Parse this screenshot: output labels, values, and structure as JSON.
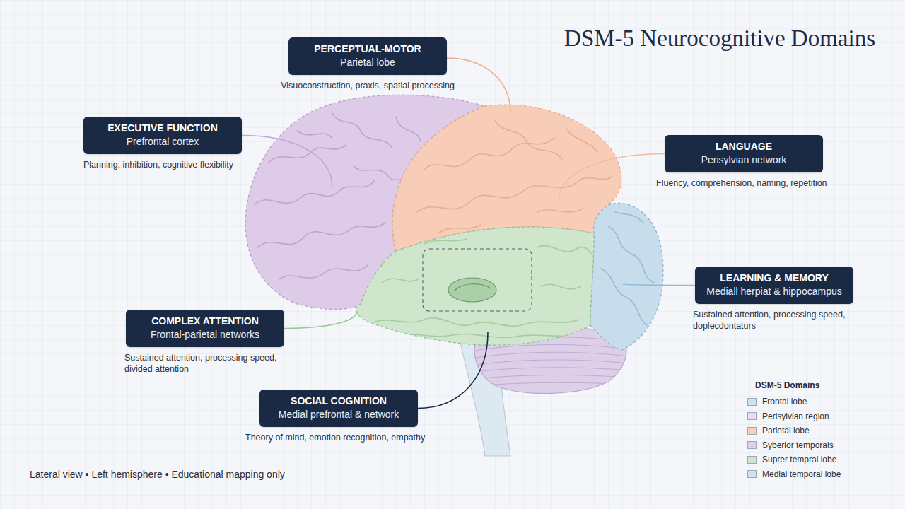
{
  "diagram": {
    "title": "DSM-5 Neurocognitive Domains",
    "caption": "Lateral view • Left hemisphere • Educational mapping only",
    "nodes": [
      {
        "text": [
          "PERCEPTUAL-MOTOR",
          "Parietal lobe",
          "Visuoconstruction, praxis, spatial processing"
        ]
      },
      {
        "text": [
          "EXECUTIVE FUNCTION",
          "Prefrontal cortex",
          "Planning, inhibition, cognitive flexibility"
        ]
      },
      {
        "text": [
          "LANGUAGE",
          "Perisylvian network",
          "Fluency, comprehension, naming, repetition"
        ]
      },
      {
        "text": [
          "LEARNING & MEMORY",
          "Mediall herpiat & hippocampus",
          "Sustained attention, processing speed, doplecdontaturs"
        ]
      },
      {
        "text": [
          "COMPLEX ATTENTION",
          "Frontal-parietal networks",
          "Sustained attention, processing speed, divided attention"
        ]
      },
      {
        "text": [
          "SOCIAL COGNITION",
          "Medial prefrontal & network",
          "Theory of mind, emotion recognition, empathy"
        ]
      }
    ],
    "labels": [
      "DSM-5 Domains"
    ],
    "legend": [
      {
        "text": "Frontal lobe",
        "color": "#cfe2ef"
      },
      {
        "text": "Perisylvian region",
        "color": "#eadbee"
      },
      {
        "text": "Parietal lobe",
        "color": "#f7cfba"
      },
      {
        "text": "Syberior temporals",
        "color": "#ddd0e9"
      },
      {
        "text": "Suprer tempral lobe",
        "color": "#cfe7cd"
      },
      {
        "text": "Medial temporal lobe",
        "color": "#cfe2ef"
      }
    ]
  }
}
